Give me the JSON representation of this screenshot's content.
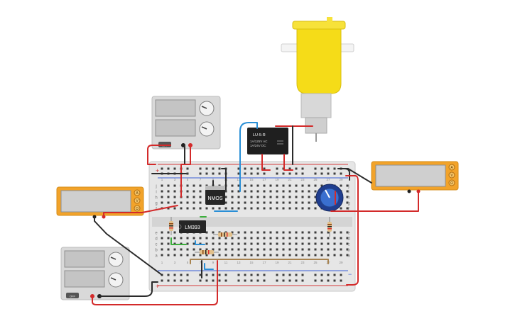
{
  "components": {
    "nmos": {
      "label": "NMOS"
    },
    "comparator": {
      "label": "LM393"
    },
    "relay": {
      "model": "LU-5-R",
      "rating1": "1A/125V AC",
      "rating2": "1A/24V DC"
    },
    "power_supply_top": {
      "off_label": "OFF"
    },
    "power_supply_bottom": {
      "off_label": "OFF"
    },
    "multimeter_left": {
      "modes": [
        "A",
        "V",
        "Ω"
      ]
    },
    "multimeter_right": {
      "modes": [
        "A",
        "V",
        "Ω"
      ]
    }
  },
  "breadboard": {
    "rail_plus": "+",
    "rail_minus": "−",
    "row_letters_top": [
      "j",
      "i",
      "h",
      "g",
      "f"
    ],
    "row_letters_bottom": [
      "e",
      "d",
      "c",
      "b",
      "a"
    ],
    "column_numbers": [
      "1",
      "3",
      "5",
      "7",
      "9",
      "11",
      "13",
      "15",
      "17",
      "19",
      "21",
      "23",
      "25",
      "27",
      "29"
    ]
  },
  "colors": {
    "wire_red": "#d32a2a",
    "wire_black": "#2b2b2b",
    "wire_blue": "#2a8fd6",
    "wire_green": "#3dae3d",
    "wire_brown": "#a8834f",
    "multimeter_body": "#f2a32a",
    "motor_body": "#f5dc18",
    "board": "#e6e6e6",
    "supply_body": "#d9d9d9"
  }
}
